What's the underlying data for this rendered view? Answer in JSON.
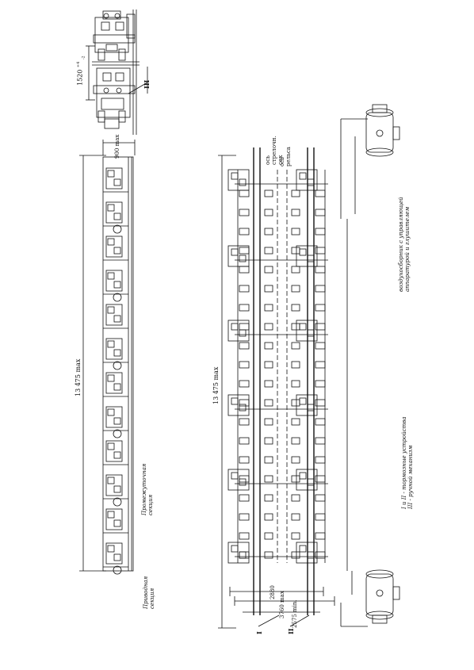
{
  "drawing": {
    "top_view": {
      "gauge": "1520",
      "tolerance_plus": "+4",
      "tolerance_minus": "-2",
      "callout": "III"
    },
    "side_view": {
      "overall_length": "13 475 max",
      "width": "900 max",
      "section_intermediate": [
        "Промежуточная",
        "секция"
      ],
      "section_drive": [
        "Приводная",
        "секция"
      ]
    },
    "plan_view": {
      "overall_length": "13 475 max",
      "dim_2575": "2575 min.",
      "dim_2880": "2880",
      "dim_3760": "3760 max",
      "label_rail_axis": [
        "ось",
        "рельса"
      ],
      "label_switch_axis": [
        "ось",
        "стрелочн.",
        "сек"
      ],
      "callout_I": "I",
      "callout_II": "II"
    },
    "notes": {
      "air_supply": [
        "воздухосборник с управляющей",
        "аппаратурой и глушителем"
      ],
      "legend": [
        "I и II - тормозные устройства",
        "III - ручной механизм"
      ]
    }
  }
}
